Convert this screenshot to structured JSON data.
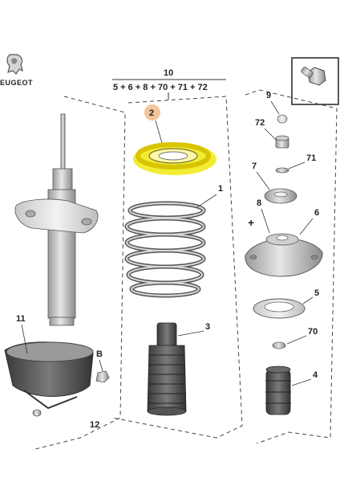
{
  "brand": {
    "name": "EUGEOT",
    "logo_icon": "lion-logo-icon"
  },
  "header": {
    "group_number": "10",
    "group_components": "5 + 6 + 8 + 70 + 71 + 72"
  },
  "highlight": {
    "part_number": "2",
    "color": "#f2ea1f",
    "badge_color": "#f3c69a"
  },
  "labels": {
    "p1": "1",
    "p3": "3",
    "p4": "4",
    "p5": "5",
    "p6": "6",
    "p7": "7",
    "p8": "8",
    "p9": "9",
    "p11": "11",
    "p70": "70",
    "p71": "71",
    "p72": "72",
    "pB": "B",
    "p12": "12"
  },
  "detail_icon": "bolt-detail-icon",
  "marker_symbol": "+"
}
